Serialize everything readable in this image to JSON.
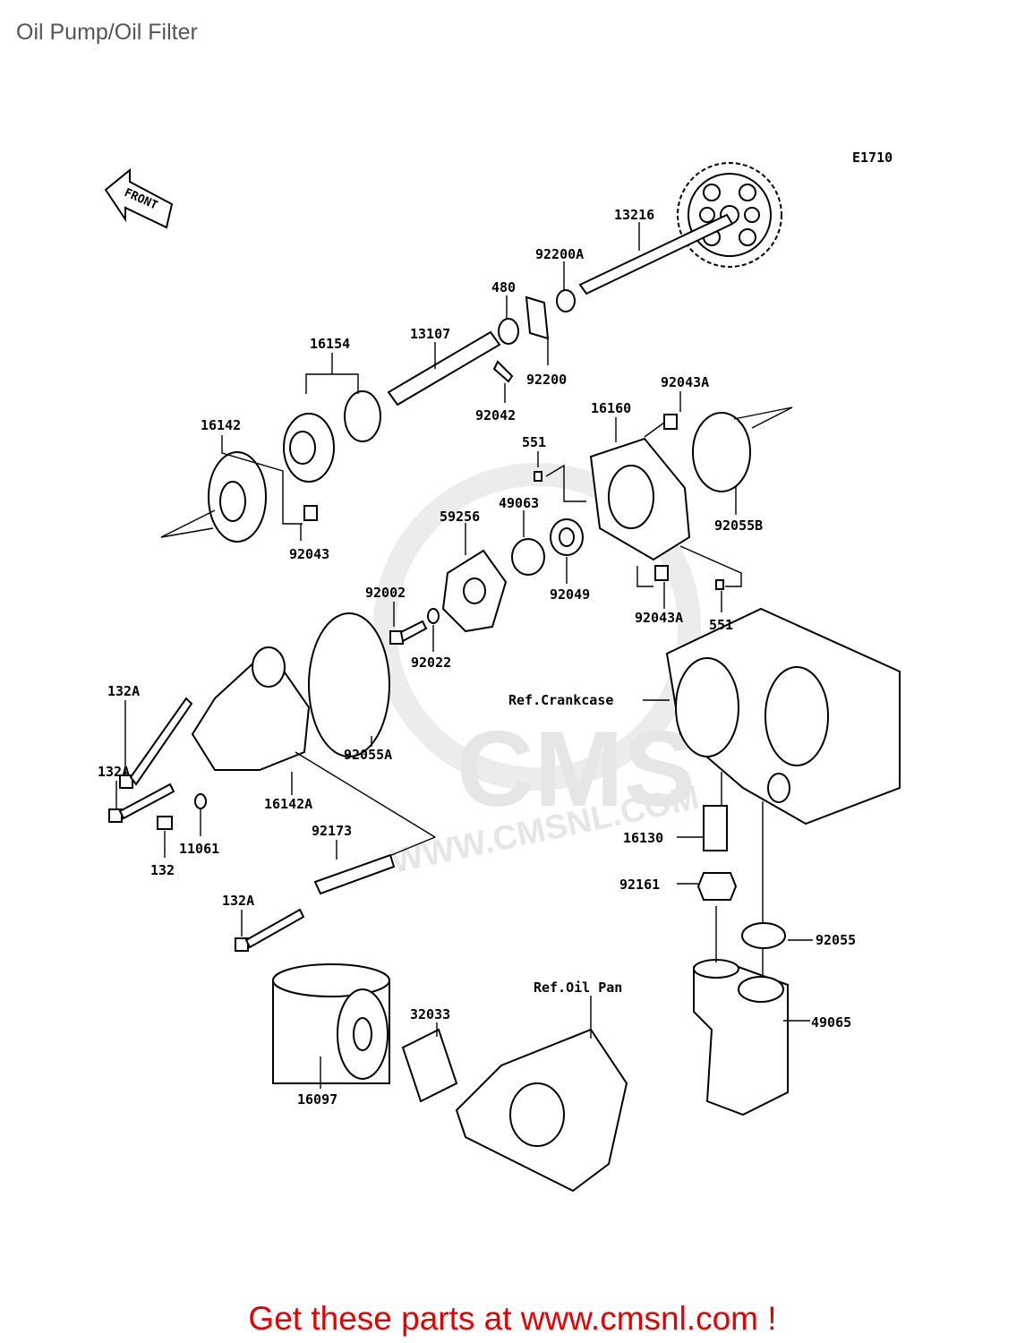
{
  "title": "Oil Pump/Oil Filter",
  "diagram_code": "E1710",
  "front_marker": "FRONT",
  "watermark": {
    "logo": "CMS",
    "url": "WWW.CMSNL.COM"
  },
  "refs": {
    "crankcase": "Ref.Crankcase",
    "oil_pan": "Ref.Oil Pan"
  },
  "parts": {
    "p13216": "13216",
    "p92200A": "92200A",
    "p480": "480",
    "p92200": "92200",
    "p13107": "13107",
    "p92042": "92042",
    "p16154": "16154",
    "p16142": "16142",
    "p92043": "92043",
    "p92043A_top": "92043A",
    "p16160": "16160",
    "p551_top": "551",
    "p92055B": "92055B",
    "p49063": "49063",
    "p59256": "59256",
    "p92049": "92049",
    "p92043A_bot": "92043A",
    "p551_bot": "551",
    "p92002": "92002",
    "p92022": "92022",
    "p92055A": "92055A",
    "p132A_1": "132A",
    "p132A_2": "132A",
    "p16142A": "16142A",
    "p132": "132",
    "p11061": "11061",
    "p92173": "92173",
    "p132A_3": "132A",
    "p16130": "16130",
    "p92161": "92161",
    "p92055": "92055",
    "p49065": "49065",
    "p32033": "32033",
    "p16097": "16097"
  },
  "footer": "Get these parts at www.cmsnl.com !"
}
